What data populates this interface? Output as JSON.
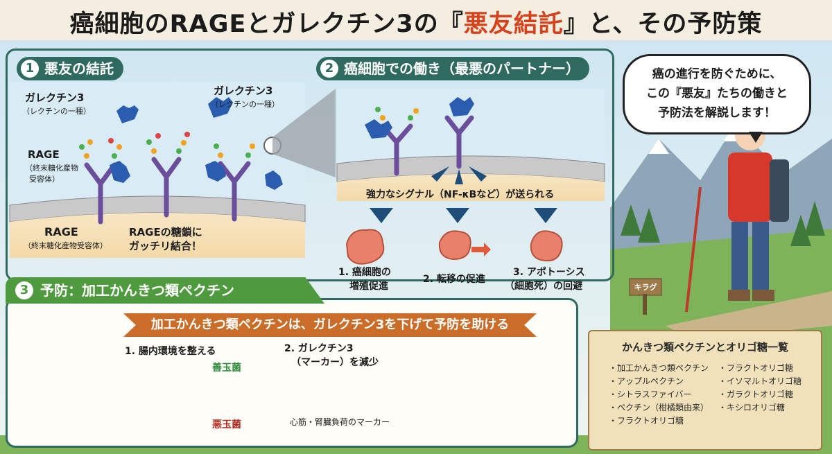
{
  "title": {
    "before": "癌細胞のRAGEとガレクチン3の『",
    "highlight": "悪友結託",
    "after": "』と、その予防策"
  },
  "section1": {
    "num": "1",
    "heading": "悪友の結託",
    "galectin_left": "ガレクチン3",
    "galectin_left_sub": "（レクチンの一種）",
    "galectin_right": "ガレクチン3",
    "galectin_right_sub": "（レクチンの一種）",
    "rage_upper": "RAGE",
    "rage_upper_sub1": "（終末糖化産物",
    "rage_upper_sub2": "受容体）",
    "rage_lower": "RAGE",
    "rage_lower_sub": "（終末糖化産物受容体）",
    "binding_line1": "RAGEの糖鎖に",
    "binding_line2": "ガッチリ結合！"
  },
  "section2": {
    "num": "2",
    "heading": "癌細胞での働き（最悪のパートナー）",
    "signal": "強力なシグナル（NF-κBなど）が送られる",
    "outcome1_line1": "1. 癌細胞の",
    "outcome1_line2": "増殖促進",
    "outcome2": "2. 転移の促進",
    "outcome3_line1": "3. アポトーシス",
    "outcome3_line2": "（細胞死）の回避"
  },
  "section3": {
    "num": "3",
    "heading": "予防：加工かんきつ類ペクチン",
    "banner": "加工かんきつ類ペクチンは、ガレクチン3を下げて予防を助ける",
    "step1": "1. 腸内環境を整える",
    "good_bacteria": "善玉菌",
    "bad_bacteria": "悪玉菌",
    "step2_line1": "2. ガレクチン3",
    "step2_line2": "（マーカー）を減少",
    "marker_note": "心筋・腎臓負荷のマーカー"
  },
  "speech": {
    "line1": "癌の進行を防ぐために、",
    "line2": "この『悪友』たちの働きと",
    "line3": "予防法を解説します！"
  },
  "sign": "キラグ",
  "list_panel": {
    "title": "かんきつ類ペクチンとオリゴ糖一覧",
    "left": [
      "・加工かんきつ類ペクチン",
      "・アップルペクチン",
      "・シトラスファイバー",
      "・ペクチン（柑橘類由来）",
      "・フラクトオリゴ糖"
    ],
    "right": [
      "・フラクトオリゴ糖",
      "・イソマルトオリゴ糖",
      "・ガラクトオリゴ糖",
      "・キシロオリゴ糖"
    ]
  },
  "colors": {
    "teal": "#2f6a60",
    "accent": "#d4421e",
    "orange": "#c96d28",
    "galectin": "#2a5db0",
    "receptor": "#6b4e9b"
  }
}
